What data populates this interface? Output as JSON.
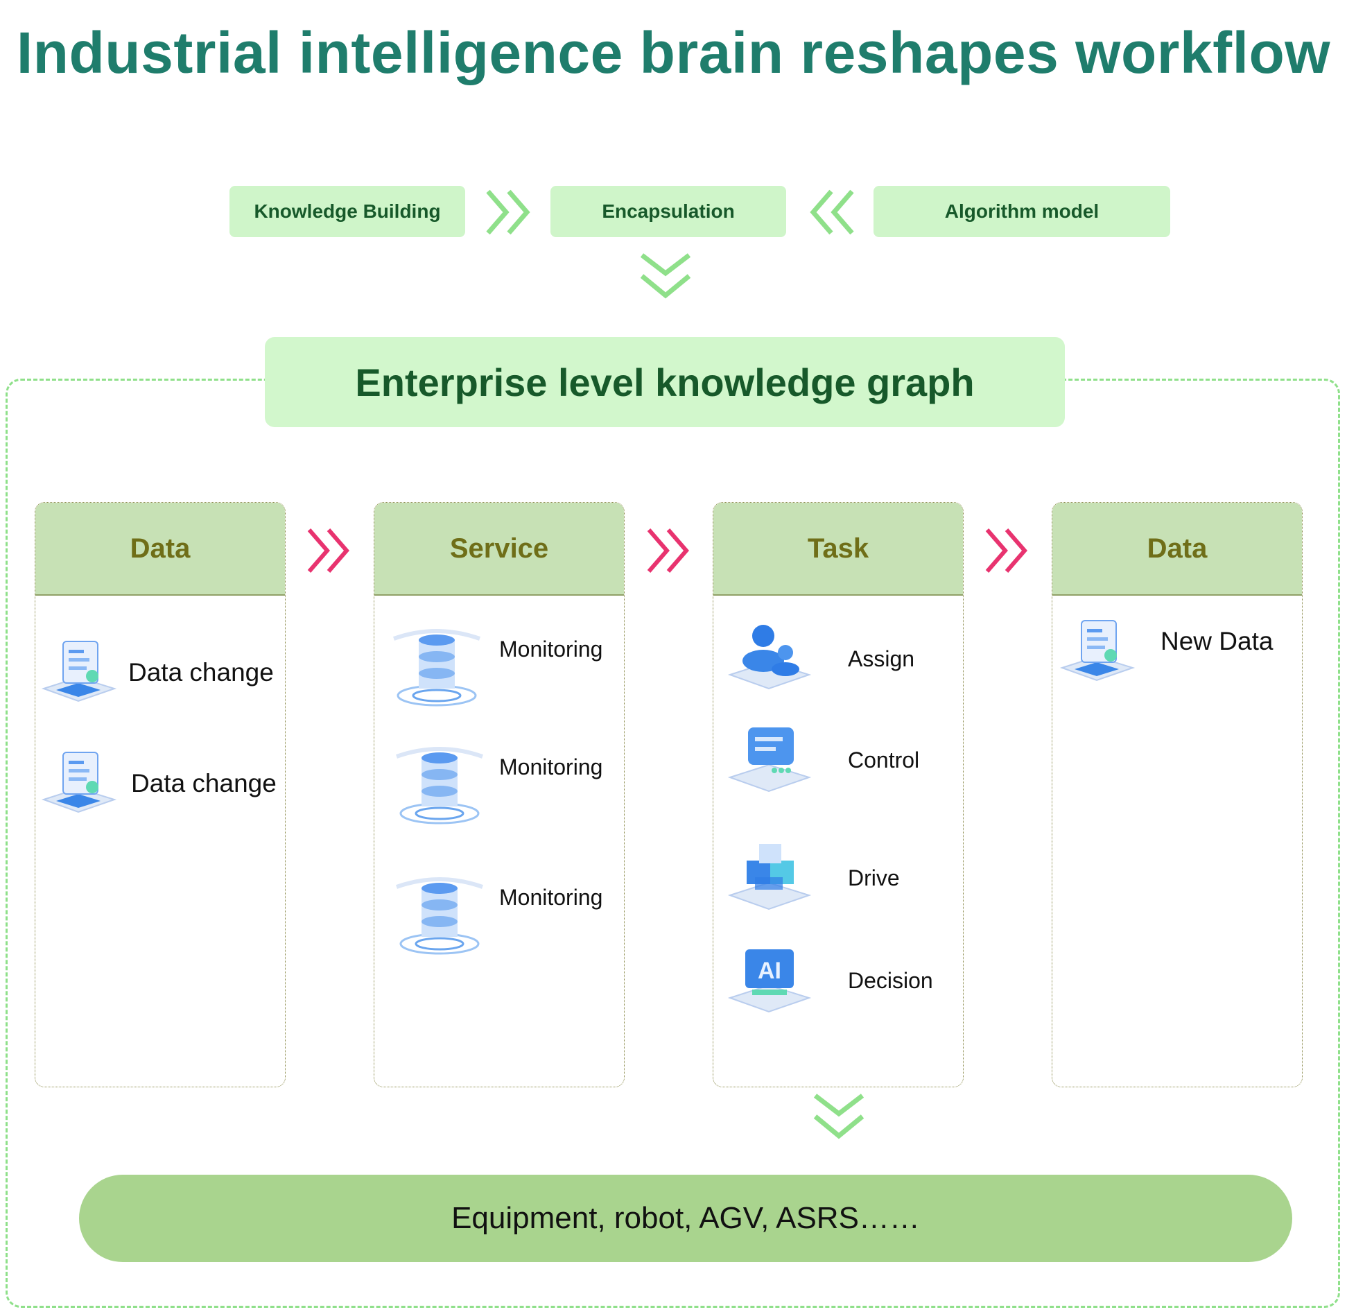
{
  "title": "Industrial intelligence brain reshapes workflow",
  "top_row": {
    "knowledge_building": "Knowledge Building",
    "encapsulation": "Encapsulation",
    "algorithm_model": "Algorithm model"
  },
  "knowledge_graph": "Enterprise level knowledge graph",
  "columns": [
    {
      "header": "Data",
      "items": [
        "Data change",
        "Data change"
      ]
    },
    {
      "header": "Service",
      "items": [
        "Monitoring",
        "Monitoring",
        "Monitoring"
      ]
    },
    {
      "header": "Task",
      "items": [
        "Assign",
        "Control",
        "Drive",
        "Decision"
      ]
    },
    {
      "header": "Data",
      "items": [
        "New Data"
      ]
    }
  ],
  "bottom_bar": "Equipment, robot, AGV, ASRS……",
  "colors": {
    "title": "#1f7d6c",
    "light_green_box": "#cff5c9",
    "green_chevron": "#8fe08a",
    "pink_chevron": "#e8336f",
    "column_header": "#c7e1b5",
    "bottom_bar": "#a9d48e"
  },
  "icons": {
    "data": "data-document-icon",
    "service": "database-server-icon",
    "task": [
      "user-group-icon",
      "message-screen-icon",
      "cube-icon",
      "ai-chip-icon"
    ]
  }
}
